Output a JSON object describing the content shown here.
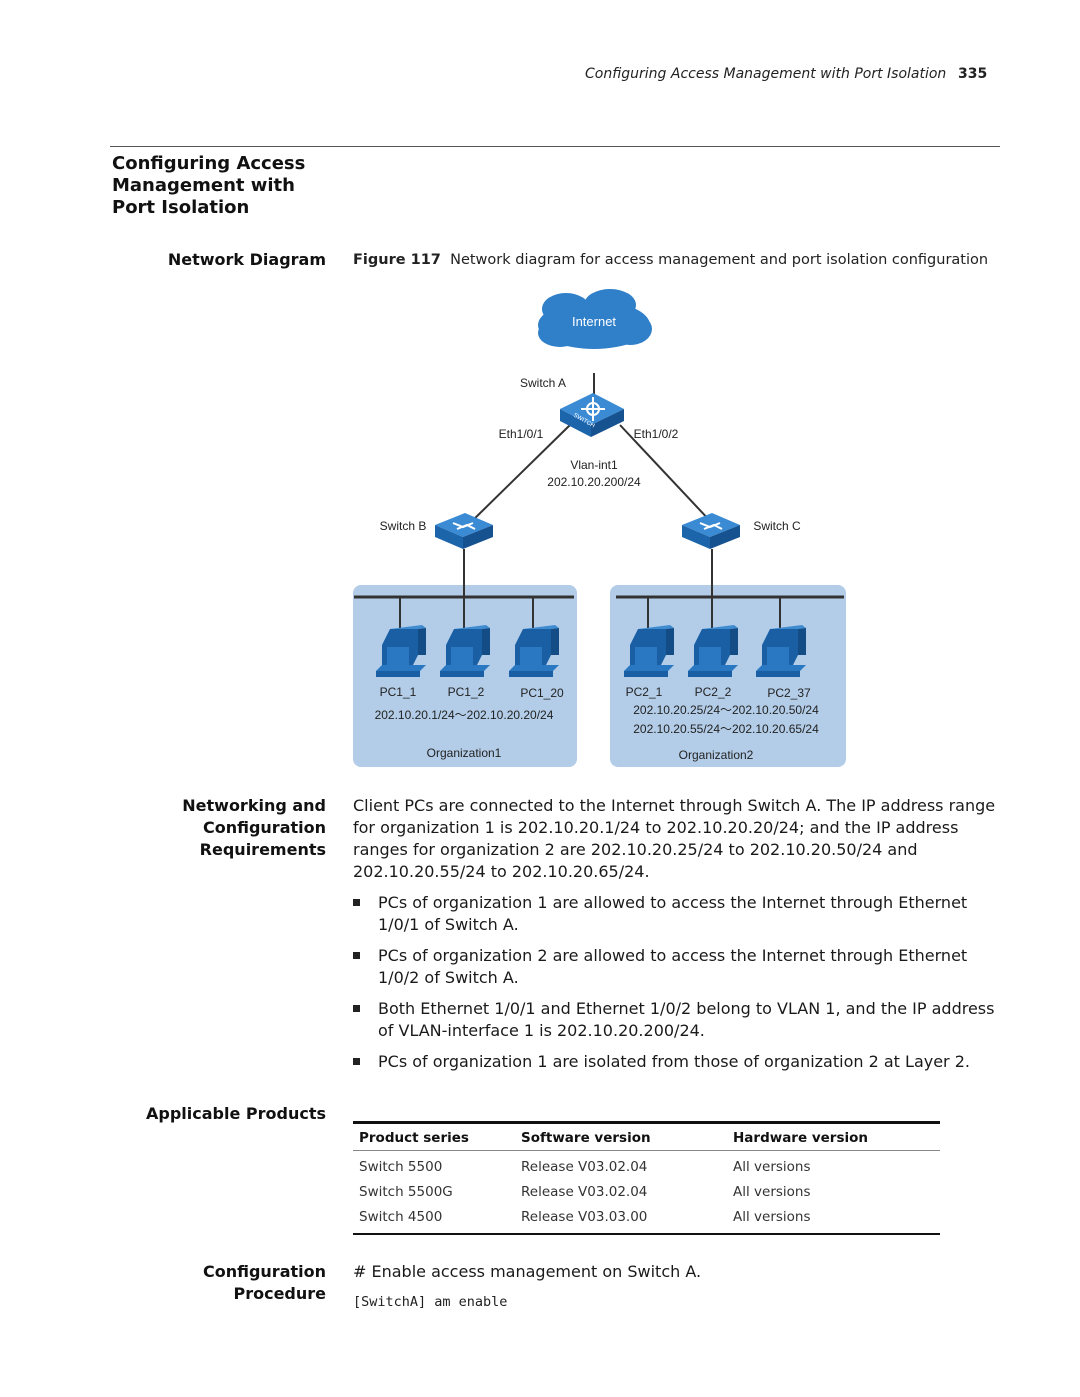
{
  "header": {
    "running_title": "Configuring Access Management with Port Isolation",
    "page_number": "335"
  },
  "section_title": [
    "Configuring Access",
    "Management with",
    "Port Isolation"
  ],
  "network_diagram": {
    "side_heading": "Network Diagram",
    "figure_label": "Figure 117",
    "figure_caption": "Network diagram for access management and port isolation configuration",
    "labels": {
      "internet": "Internet",
      "switch_a": "Switch A",
      "switch_logo": "SWITCH",
      "eth1": "Eth1/0/1",
      "eth2": "Eth1/0/2",
      "vlan": "Vlan-int1",
      "vlan_ip": "202.10.20.200/24",
      "switch_b": "Switch B",
      "switch_c": "Switch C",
      "org1": {
        "pcs": [
          "PC1_1",
          "PC1_2",
          "PC1_20"
        ],
        "range": "202.10.20.1/24～202.10.20.20/24",
        "name": "Organization1"
      },
      "org2": {
        "pcs": [
          "PC2_1",
          "PC2_2",
          "PC2_37"
        ],
        "range1": "202.10.20.25/24～202.10.20.50/24",
        "range2": "202.10.20.55/24～202.10.20.65/24",
        "name": "Organization2"
      }
    }
  },
  "requirements": {
    "side_heading": [
      "Networking and",
      "Configuration",
      "Requirements"
    ],
    "intro": "Client PCs are connected to the Internet through Switch A. The IP address range for organization 1 is 202.10.20.1/24 to 202.10.20.20/24; and the IP address ranges for organization 2 are 202.10.20.25/24 to 202.10.20.50/24 and 202.10.20.55/24 to 202.10.20.65/24.",
    "bullets": [
      "PCs of organization 1 are allowed to access the Internet through Ethernet 1/0/1 of Switch A.",
      "PCs of organization 2 are allowed to access the Internet through Ethernet 1/0/2 of Switch A.",
      "Both Ethernet 1/0/1 and Ethernet 1/0/2 belong to VLAN 1, and the IP address of VLAN-interface 1 is 202.10.20.200/24.",
      "PCs of organization 1 are isolated from those of organization 2 at Layer 2."
    ]
  },
  "applicable_products": {
    "side_heading": "Applicable Products",
    "columns": [
      "Product series",
      "Software version",
      "Hardware version"
    ],
    "rows": [
      [
        "Switch 5500",
        "Release V03.02.04",
        "All versions"
      ],
      [
        "Switch 5500G",
        "Release V03.02.04",
        "All versions"
      ],
      [
        "Switch 4500",
        "Release V03.03.00",
        "All versions"
      ]
    ]
  },
  "procedure": {
    "side_heading": "Configuration Procedure",
    "step": "# Enable access management on Switch A.",
    "command": "[SwitchA] am enable"
  },
  "colors": {
    "device_blue": "#1f6fb5",
    "org_panel": "#b3cde8",
    "cloud": "#2f7fc9"
  }
}
